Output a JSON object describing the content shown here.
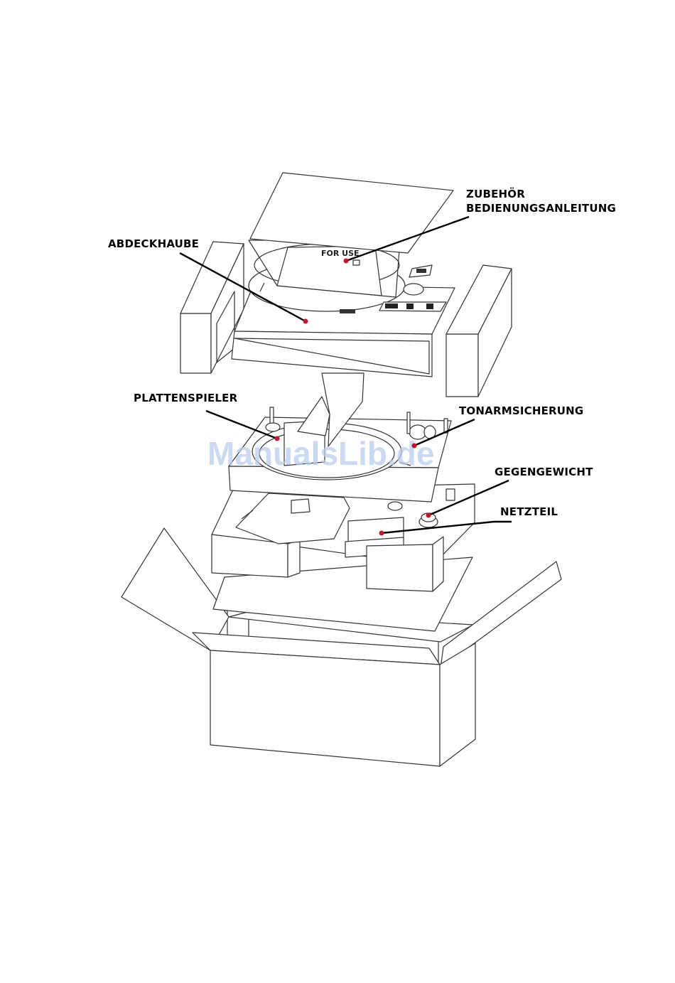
{
  "diagram": {
    "labels": {
      "zubehoer": "ZUBEHÖR",
      "bedienungsanleitung": "BEDIENUNGSANLEITUNG",
      "abdeckhaube": "ABDECKHAUBE",
      "plattenspieler": "PLATTENSPIELER",
      "tonarmsicherung": "TONARMSICHERUNG",
      "gegengewicht": "GEGENGEWICHT",
      "netzteil": "NETZTEIL"
    },
    "box_print": "FOR USE",
    "watermark": "ManualsLib.de",
    "colors": {
      "line": "#333333",
      "leader": "#000000",
      "marker": "#c0182c",
      "watermark": "#b9cdee"
    }
  }
}
